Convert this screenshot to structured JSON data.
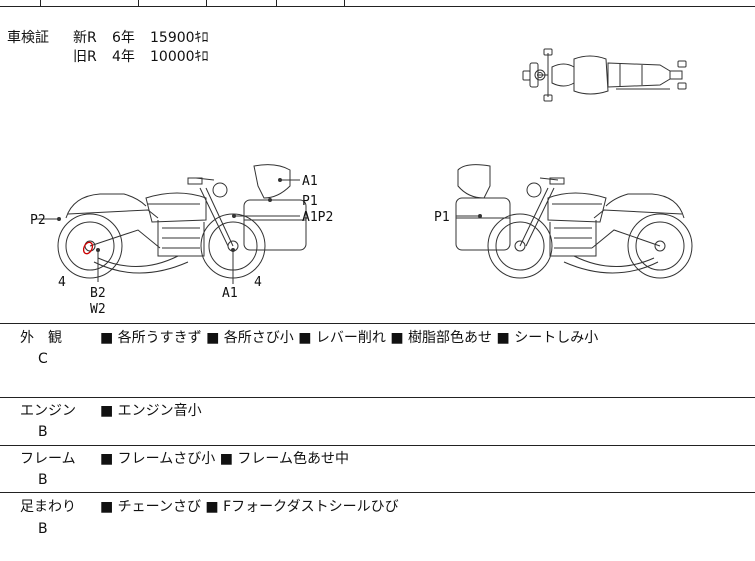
{
  "registration": {
    "label": "車検証",
    "new": {
      "tag": "新R",
      "years": "6年",
      "km": "15900ｷﾛ"
    },
    "old": {
      "tag": "旧R",
      "years": "4年",
      "km": "10000ｷﾛ"
    }
  },
  "diagram_labels": {
    "left": {
      "p2": "P2",
      "n4_left": "4",
      "b2": "B2",
      "w2": "W2",
      "a1_bottom": "A1",
      "n4_right": "4",
      "a1_top": "A1",
      "p1": "P1",
      "a1p2": "A1P2"
    },
    "right": {
      "p1": "P1"
    }
  },
  "sections": [
    {
      "name": "外　観",
      "grade": "C",
      "items": "■ 各所うすきず ■ 各所さび小 ■ レバー削れ ■ 樹脂部色あせ ■ シートしみ小"
    },
    {
      "name": "エンジン",
      "grade": "B",
      "items": "■ エンジン音小"
    },
    {
      "name": "フレーム",
      "grade": "B",
      "items": "■ フレームさび小 ■ フレーム色あせ中"
    },
    {
      "name": "足まわり",
      "grade": "B",
      "items": "■ チェーンさび ■ Fフォークダストシールひび"
    }
  ]
}
